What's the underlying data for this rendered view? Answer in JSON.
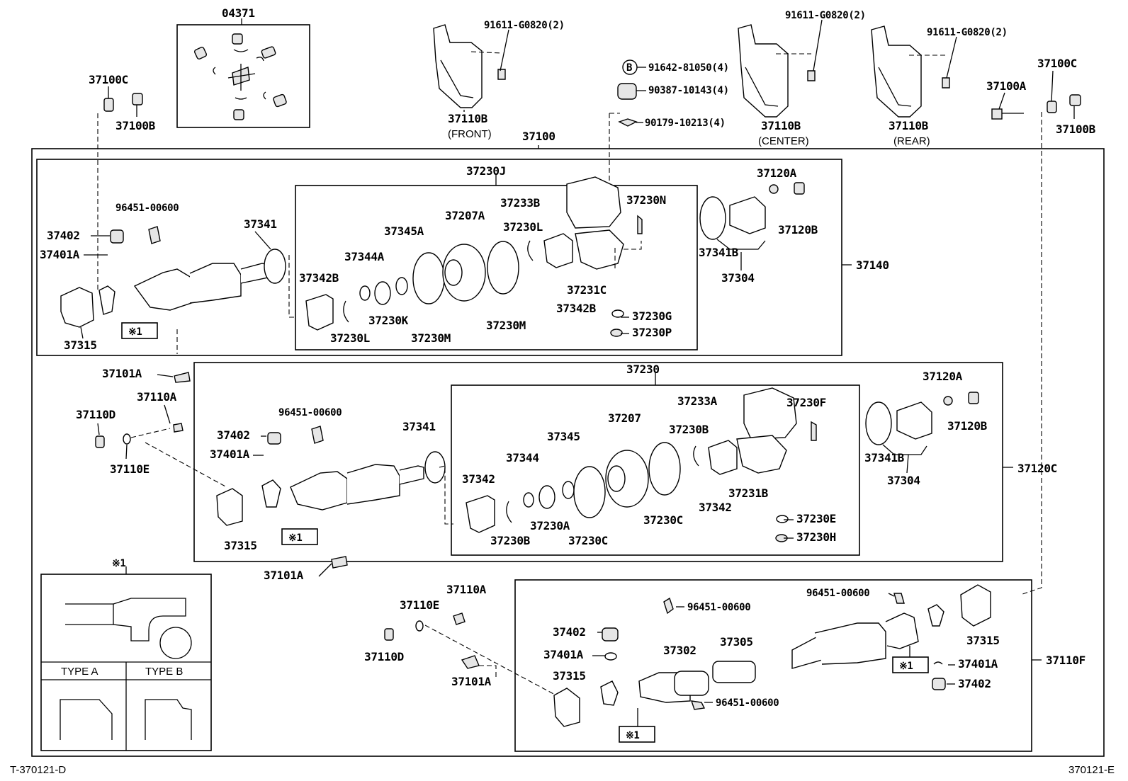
{
  "header": {
    "kit": "04371",
    "clamp_bolt_1": "91611-G0820(2)",
    "clamp_bolt_2": "91611-G0820(2)",
    "clamp_bolt_3": "91611-G0820(2)",
    "bracket_front": "37110B",
    "bracket_front_sub": "(FRONT)",
    "bracket_center": "37110B",
    "bracket_center_sub": "(CENTER)",
    "bracket_rear": "37110B",
    "bracket_rear_sub": "(REAR)",
    "nut_b": "91642-81050(4)",
    "b_mark": "B",
    "spacer": "90387-10143(4)",
    "washer": "90179-10213(4)",
    "assy": "37100",
    "tl_37100C": "37100C",
    "tl_37100B": "37100B",
    "tr_37100C": "37100C",
    "tr_37100A": "37100A",
    "tr_37100B": "37100B"
  },
  "section1": {
    "label": "37140",
    "sub": "37230J",
    "parts": {
      "p37402": "37402",
      "p96451": "96451-00600",
      "p37401A": "37401A",
      "p37315": "37315",
      "mark": "※1",
      "p37341": "37341",
      "p37342B": "37342B",
      "p37344A": "37344A",
      "p37345A": "37345A",
      "p37207A": "37207A",
      "p37233B": "37233B",
      "p37230N": "37230N",
      "p37230L_a": "37230L",
      "p37230L_b": "37230L",
      "p37230K": "37230K",
      "p37230M_a": "37230M",
      "p37230M_b": "37230M",
      "p37342B_b": "37342B",
      "p37231C": "37231C",
      "p37230G": "37230G",
      "p37230P": "37230P",
      "p37120A": "37120A",
      "p37120B": "37120B",
      "p37341B": "37341B",
      "p37304": "37304"
    }
  },
  "section2": {
    "label": "37120C",
    "sub": "37230",
    "parts": {
      "p37101A_top": "37101A",
      "p37110A": "37110A",
      "p37110D": "37110D",
      "p37110E": "37110E",
      "p96451": "96451-00600",
      "p37402": "37402",
      "p37401A": "37401A",
      "p37315": "37315",
      "mark": "※1",
      "p37341": "37341",
      "p37342": "37342",
      "p37344": "37344",
      "p37345": "37345",
      "p37207": "37207",
      "p37233A": "37233A",
      "p37230F": "37230F",
      "p37230B_a": "37230B",
      "p37230B_b": "37230B",
      "p37230A": "37230A",
      "p37230C_a": "37230C",
      "p37230C_b": "37230C",
      "p37342_b": "37342",
      "p37231B": "37231B",
      "p37230E": "37230E",
      "p37230H": "37230H",
      "p37120A": "37120A",
      "p37120B": "37120B",
      "p37341B": "37341B",
      "p37304": "37304",
      "p37101A_bottom": "37101A"
    }
  },
  "section3": {
    "label": "37110F",
    "parts": {
      "p37110A": "37110A",
      "p37110E": "37110E",
      "p37110D": "37110D",
      "p37101A": "37101A",
      "p96451_a": "96451-00600",
      "p37402": "37402",
      "p37401A": "37401A",
      "p37315": "37315",
      "p37302": "37302",
      "p37305": "37305",
      "p96451_b": "96451-00600",
      "mark_a": "※1",
      "p96451_c": "96451-00600",
      "p37315_r": "37315",
      "mark_b": "※1",
      "p37401A_r": "37401A",
      "p37402_r": "37402"
    }
  },
  "legend": {
    "mark": "※1",
    "type_a": "TYPE A",
    "type_b": "TYPE B"
  },
  "footer": {
    "left": "T-370121-D",
    "right": "370121-E"
  }
}
